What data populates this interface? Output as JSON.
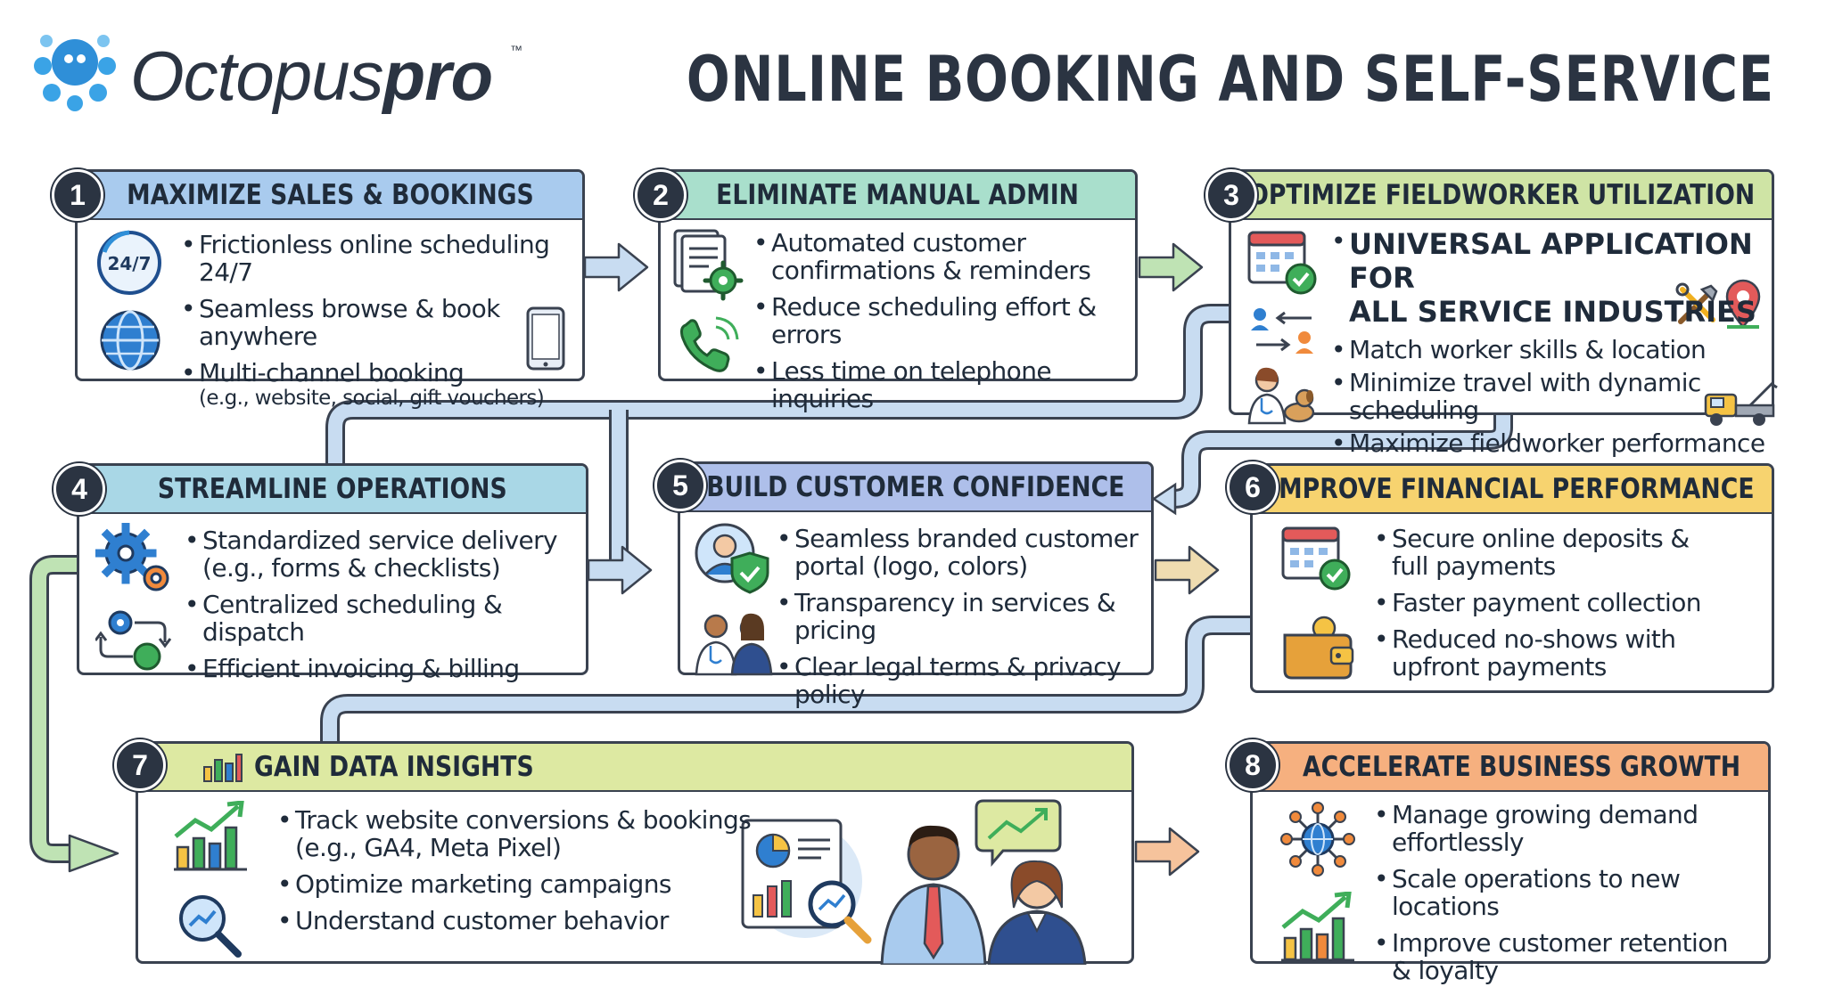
{
  "brand": {
    "name_light": "Octopus",
    "name_bold": "pro",
    "trademark": "™"
  },
  "page_title": "ONLINE BOOKING AND SELF-SERVICE",
  "colors": {
    "card1_header": "#a9cbee",
    "card2_header": "#a9dfcc",
    "card3_header": "#cfe4a5",
    "card4_header": "#a9d7e6",
    "card5_header": "#aebfea",
    "card6_header": "#f7d36f",
    "card7_header": "#dde9a2",
    "card8_header": "#f6b07f",
    "outline": "#3a4250",
    "connector_blue": "#c8dcf1",
    "connector_green": "#bfe3b4"
  },
  "cards": [
    {
      "number": "1",
      "title": "MAXIMIZE SALES & BOOKINGS",
      "bullets": [
        {
          "text": "Frictionless online scheduling 24/7"
        },
        {
          "text": "Seamless browse & book anywhere"
        },
        {
          "text": "Multi-channel booking",
          "sub": "(e.g., website, social, gift vouchers)"
        }
      ],
      "icons": [
        "clock-24-7-icon",
        "globe-icon",
        "smartphone-icon"
      ],
      "icon_text": "24/7"
    },
    {
      "number": "2",
      "title": "ELIMINATE MANUAL ADMIN",
      "bullets": [
        {
          "text": "Automated customer",
          "sub": "confirmations & reminders"
        },
        {
          "text": "Reduce scheduling effort & errors"
        },
        {
          "text": "Less time on telephone inquiries"
        }
      ],
      "icons": [
        "document-gear-icon",
        "phone-icon"
      ]
    },
    {
      "number": "3",
      "title": "OPTIMIZE FIELDWORKER UTILIZATION",
      "bullets": [
        {
          "text": "UNIVERSAL APPLICATION FOR",
          "sub": "ALL SERVICE INDUSTRIES"
        },
        {
          "text": "Match worker skills & location"
        },
        {
          "text": "Minimize travel with dynamic scheduling"
        },
        {
          "text": "Maximize fieldworker performance"
        }
      ],
      "icons": [
        "calendar-check-icon",
        "worker-swap-icon",
        "vet-with-dog-icon",
        "tools-icon",
        "map-pin-icon",
        "tow-truck-icon"
      ]
    },
    {
      "number": "4",
      "title": "STREAMLINE OPERATIONS",
      "bullets": [
        {
          "text": "Standardized service delivery",
          "sub": "(e.g., forms & checklists)"
        },
        {
          "text": "Centralized scheduling & dispatch"
        },
        {
          "text": "Efficient invoicing & billing"
        }
      ],
      "icons": [
        "gears-icon",
        "workflow-cycle-icon"
      ]
    },
    {
      "number": "5",
      "title": "BUILD CUSTOMER CONFIDENCE",
      "bullets": [
        {
          "text": "Seamless branded customer",
          "sub": "portal (logo, colors)"
        },
        {
          "text": "Transparency in services & pricing"
        },
        {
          "text": "Clear legal terms & privacy policy"
        }
      ],
      "icons": [
        "user-shield-icon",
        "professionals-icon"
      ]
    },
    {
      "number": "6",
      "title": "IMPROVE FINANCIAL PERFORMANCE",
      "bullets": [
        {
          "text": "Secure online deposits &",
          "sub": "full payments"
        },
        {
          "text": "Faster payment collection"
        },
        {
          "text": "Reduced no-shows with",
          "sub": "upfront payments"
        }
      ],
      "icons": [
        "calendar-check-icon",
        "wallet-icon"
      ]
    },
    {
      "number": "7",
      "title": "GAIN DATA INSIGHTS",
      "bullets": [
        {
          "text": "Track website conversions & bookings",
          "sub": "(e.g., GA4, Meta Pixel)"
        },
        {
          "text": "Optimize marketing campaigns"
        },
        {
          "text": "Understand customer behavior"
        }
      ],
      "icons": [
        "bar-chart-icon",
        "growth-chart-icon",
        "magnifier-chart-icon",
        "report-dashboard-icon",
        "business-people-icon"
      ]
    },
    {
      "number": "8",
      "title": "ACCELERATE BUSINESS GROWTH",
      "bullets": [
        {
          "text": "Manage growing demand",
          "sub": "effortlessly"
        },
        {
          "text": "Scale operations to new locations"
        },
        {
          "text": "Improve customer retention",
          "sub": "& loyalty"
        }
      ],
      "icons": [
        "growth-chart-icon",
        "network-globe-icon",
        "growth-chart-icon"
      ]
    }
  ]
}
